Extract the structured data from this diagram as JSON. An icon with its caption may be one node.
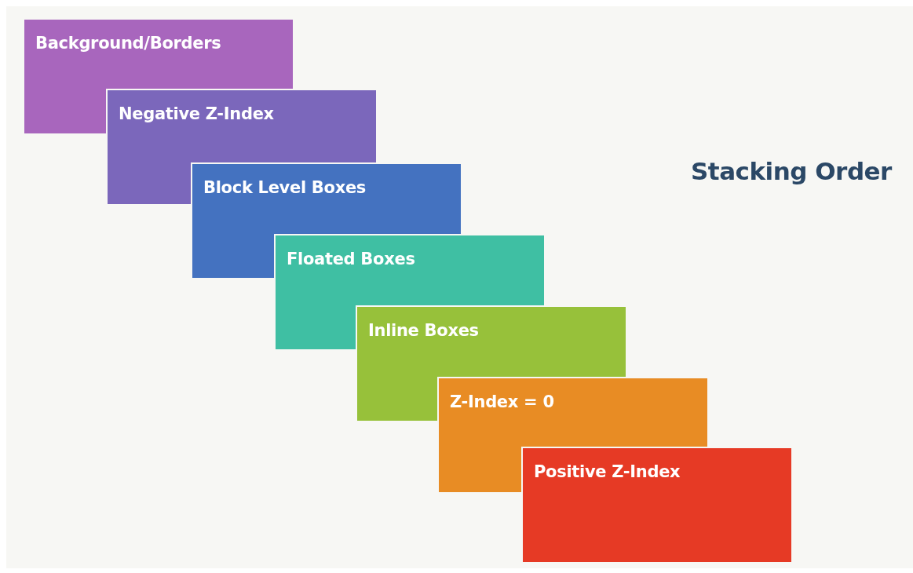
{
  "diagram": {
    "title": "Stacking Order",
    "nodes": [
      {
        "text": [
          "Background/Borders"
        ]
      },
      {
        "text": [
          "Negative Z-Index"
        ]
      },
      {
        "text": [
          "Block Level Boxes"
        ]
      },
      {
        "text": [
          "Floated Boxes"
        ]
      },
      {
        "text": [
          "Inline Boxes"
        ]
      },
      {
        "text": [
          "Z-Index = 0"
        ]
      },
      {
        "text": [
          "Positive Z-Index"
        ]
      }
    ]
  }
}
